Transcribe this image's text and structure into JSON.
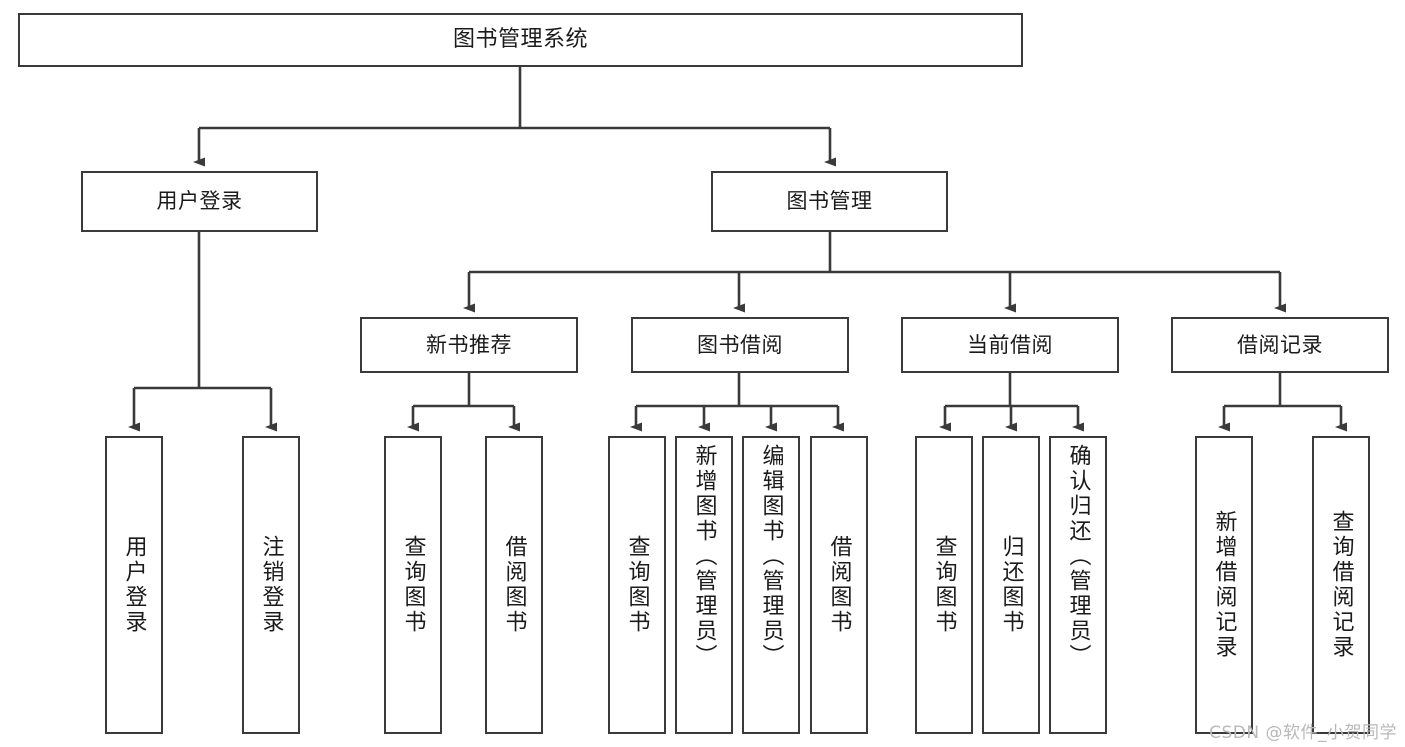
{
  "diagram": {
    "type": "tree",
    "title": "图书管理系统",
    "orientation": "top-down",
    "line_color": "#3a3a3a",
    "box_fill": "#ffffff",
    "text_color": "#1b1b1b",
    "levels": 4
  },
  "nodes": {
    "root": {
      "label": "图书管理系统"
    },
    "level2": [
      {
        "label": "用户登录"
      },
      {
        "label": "图书管理"
      }
    ],
    "level3": [
      {
        "label": "新书推荐"
      },
      {
        "label": "图书借阅"
      },
      {
        "label": "当前借阅"
      },
      {
        "label": "借阅记录"
      }
    ],
    "leaves_user_login": [
      {
        "label": "用户登录"
      },
      {
        "label": "注销登录"
      }
    ],
    "leaves_new_book": [
      {
        "label": "查询图书"
      },
      {
        "label": "借阅图书"
      }
    ],
    "leaves_borrow": [
      {
        "label": "查询图书"
      },
      {
        "label": "新增图书（管理员）"
      },
      {
        "label": "编辑图书（管理员）"
      },
      {
        "label": "借阅图书"
      }
    ],
    "leaves_current": [
      {
        "label": "查询图书"
      },
      {
        "label": "归还图书"
      },
      {
        "label": "确认归还（管理员）"
      }
    ],
    "leaves_record": [
      {
        "label": "新增借阅记录"
      },
      {
        "label": "查询借阅记录"
      }
    ]
  },
  "watermark": {
    "text": "CSDN @软件_小贺同学"
  }
}
